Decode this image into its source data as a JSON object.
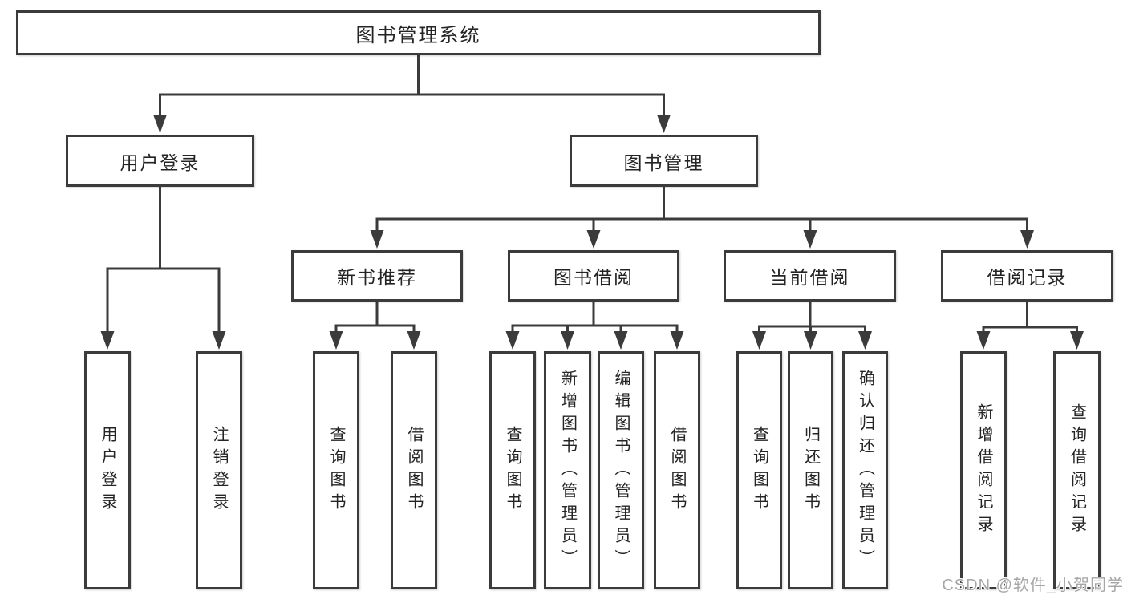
{
  "diagram": {
    "background": "#ffffff",
    "line_color": "#3b3b3b",
    "box_border_color": "#3b3b3b",
    "text_color": "#242424",
    "watermark": {
      "text": "CSDN @软件_小贺同学",
      "color": "#a6a6a6"
    }
  },
  "tree": {
    "label": "图书管理系统",
    "children": [
      {
        "label": "用户登录",
        "children": [
          {
            "label": "用户登录"
          },
          {
            "label": "注销登录"
          }
        ]
      },
      {
        "label": "图书管理",
        "children": [
          {
            "label": "新书推荐",
            "children": [
              {
                "label": "查询图书"
              },
              {
                "label": "借阅图书"
              }
            ]
          },
          {
            "label": "图书借阅",
            "children": [
              {
                "label": "查询图书"
              },
              {
                "label": "新增图书（管理员）"
              },
              {
                "label": "编辑图书（管理员）"
              },
              {
                "label": "借阅图书"
              }
            ]
          },
          {
            "label": "当前借阅",
            "children": [
              {
                "label": "查询图书"
              },
              {
                "label": "归还图书"
              },
              {
                "label": "确认归还（管理员）"
              }
            ]
          },
          {
            "label": "借阅记录",
            "children": [
              {
                "label": "新增借阅记录"
              },
              {
                "label": "查询借阅记录"
              }
            ]
          }
        ]
      }
    ]
  }
}
